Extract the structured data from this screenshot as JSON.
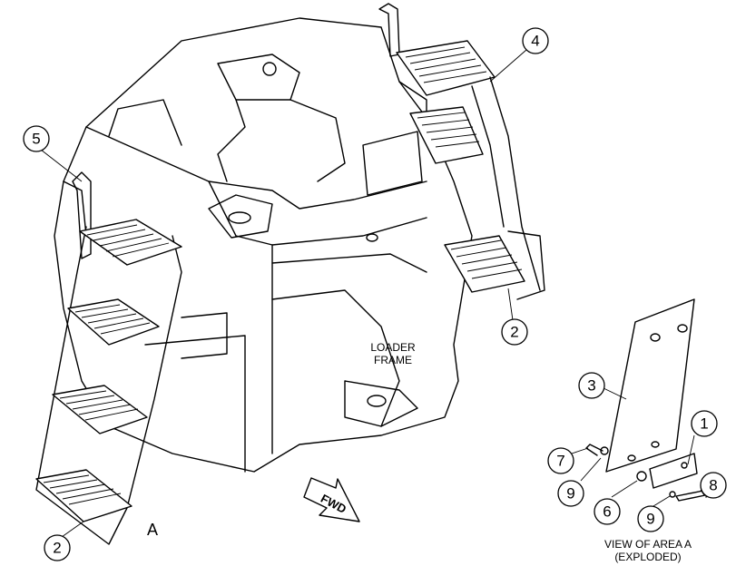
{
  "labels": {
    "loader_frame_line1": "LOADER",
    "loader_frame_line2": "FRAME",
    "fwd": "FWD",
    "area_letter": "A",
    "view_line1": "VIEW OF AREA A",
    "view_line2": "(EXPLODED)"
  },
  "callouts": {
    "c1": "1",
    "c2_left": "2",
    "c2_right": "2",
    "c3": "3",
    "c4": "4",
    "c5": "5",
    "c6": "6",
    "c7": "7",
    "c8": "8",
    "c9_left": "9",
    "c9_right": "9"
  }
}
